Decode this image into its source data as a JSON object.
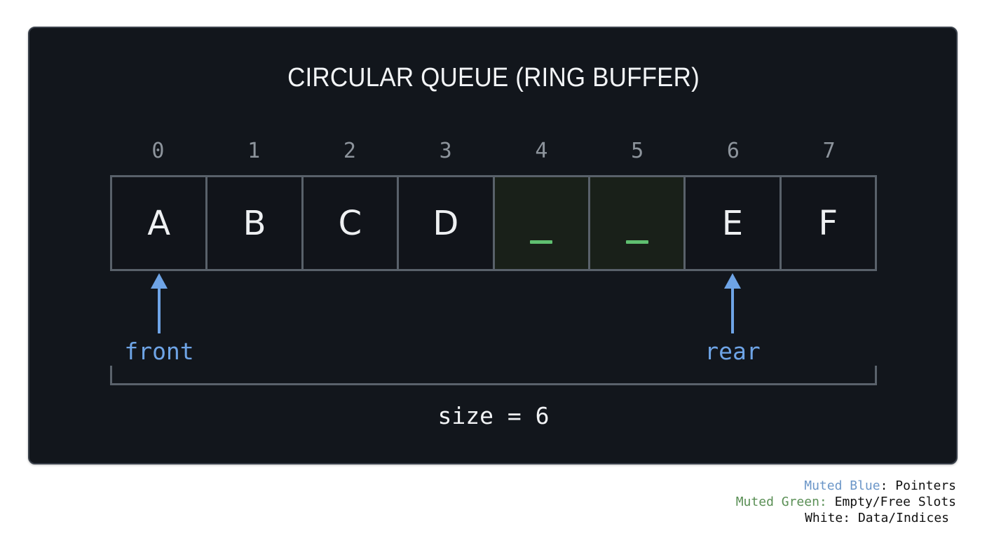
{
  "diagram": {
    "title": "CIRCULAR QUEUE (RING BUFFER)",
    "indices": [
      "0",
      "1",
      "2",
      "3",
      "4",
      "5",
      "6",
      "7"
    ],
    "cells": [
      {
        "index": "0",
        "value": "A",
        "empty": false
      },
      {
        "index": "1",
        "value": "B",
        "empty": false
      },
      {
        "index": "2",
        "value": "C",
        "empty": false
      },
      {
        "index": "3",
        "value": "D",
        "empty": false
      },
      {
        "index": "4",
        "value": "_",
        "empty": true
      },
      {
        "index": "5",
        "value": "_",
        "empty": true
      },
      {
        "index": "6",
        "value": "E",
        "empty": false
      },
      {
        "index": "7",
        "value": "F",
        "empty": false
      }
    ],
    "pointers": {
      "front": {
        "label": "front",
        "index": 0
      },
      "rear": {
        "label": "rear",
        "index": 6
      }
    },
    "size_label": "size = 6"
  },
  "legend": {
    "items": [
      {
        "key": "Muted Blue",
        "sep": ": ",
        "desc": "Pointers",
        "color": "#6b96c8"
      },
      {
        "key": "Muted Green:",
        "sep": " ",
        "desc": "Empty/Free Slots",
        "color": "#5a8f55"
      },
      {
        "key": "White",
        "sep": ": ",
        "desc": "Data/Indices",
        "color": "#111111"
      }
    ]
  },
  "colors": {
    "panel_bg": "#12161c",
    "panel_border": "#39404a",
    "cell_border": "#59616a",
    "empty_cell_bg": "#192019",
    "empty_marker": "#5fbf70",
    "pointer": "#6ea4e6",
    "index_text": "#8d949c",
    "data_text": "#eef0f2"
  }
}
